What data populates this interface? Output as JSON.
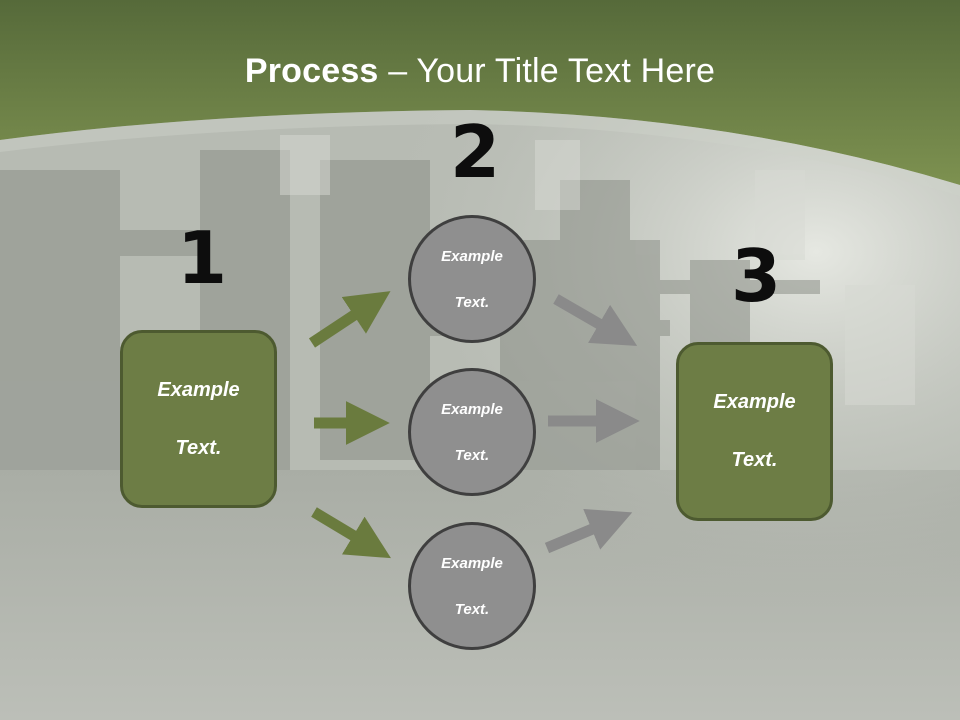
{
  "title": {
    "bold": "Process",
    "rest": " – Your Title Text Here"
  },
  "colors": {
    "header_green": "#7a8d4e",
    "box_green": "#6d7d45",
    "circle_gray": "#8f8f8f",
    "arrow_green": "#6a7b3e",
    "arrow_gray": "#8a8a8a"
  },
  "steps": {
    "one": {
      "number": "1",
      "line1": "Example",
      "line2": "Text."
    },
    "two": {
      "number": "2"
    },
    "three": {
      "number": "3",
      "line1": "Example",
      "line2": "Text."
    }
  },
  "circles": [
    {
      "line1": "Example",
      "line2": "Text."
    },
    {
      "line1": "Example",
      "line2": "Text."
    },
    {
      "line1": "Example",
      "line2": "Text."
    }
  ]
}
